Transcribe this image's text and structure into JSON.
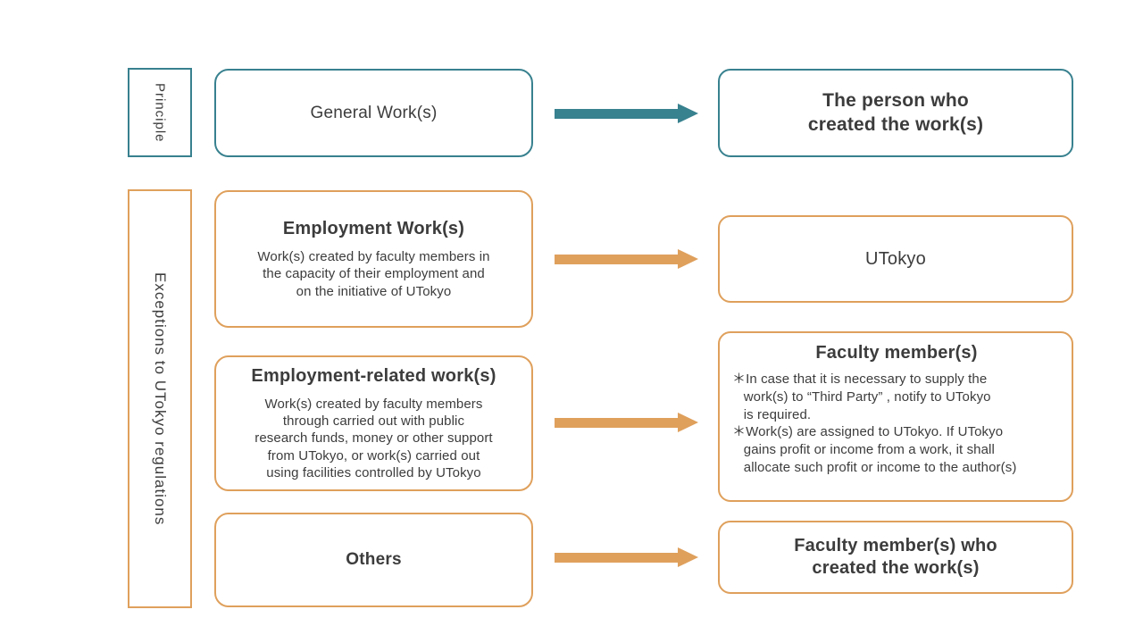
{
  "colors": {
    "teal": "#38818F",
    "orange": "#DFA05C",
    "text": "#3C3C3C",
    "background": "#FFFFFF"
  },
  "sidebar_labels": {
    "principle": "Principle",
    "exceptions": "Exceptions to UTokyo regulations"
  },
  "rows": [
    {
      "source": {
        "title": "General Work(s)"
      },
      "arrow": "teal-right-arrow",
      "result": {
        "title": "The person who\ncreated the work(s)"
      }
    },
    {
      "source": {
        "title": "Employment Work(s)",
        "body": "Work(s) created by faculty members in\nthe capacity of their employment and\non the initiative of UTokyo"
      },
      "arrow": "orange-right-arrow",
      "result": {
        "title": "UTokyo"
      }
    },
    {
      "source": {
        "title": "Employment-related work(s)",
        "body": "Work(s) created by faculty members\nthrough carried out with public\nresearch funds, money or other support\nfrom UTokyo, or work(s) carried out\nusing facilities controlled by UTokyo"
      },
      "arrow": "orange-right-arrow",
      "result": {
        "title": "Faculty member(s)",
        "notes": [
          "＊In case that it is necessary to supply the\nwork(s) to “Third Party” , notify to UTokyo\nis required.",
          "＊Work(s) are assigned to UTokyo. If UTokyo\ngains profit or income from a work, it shall\nallocate such profit or income to the author(s)"
        ]
      }
    },
    {
      "source": {
        "title": "Others"
      },
      "arrow": "orange-right-arrow",
      "result": {
        "title": "Faculty member(s) who\ncreated the work(s)"
      }
    }
  ]
}
